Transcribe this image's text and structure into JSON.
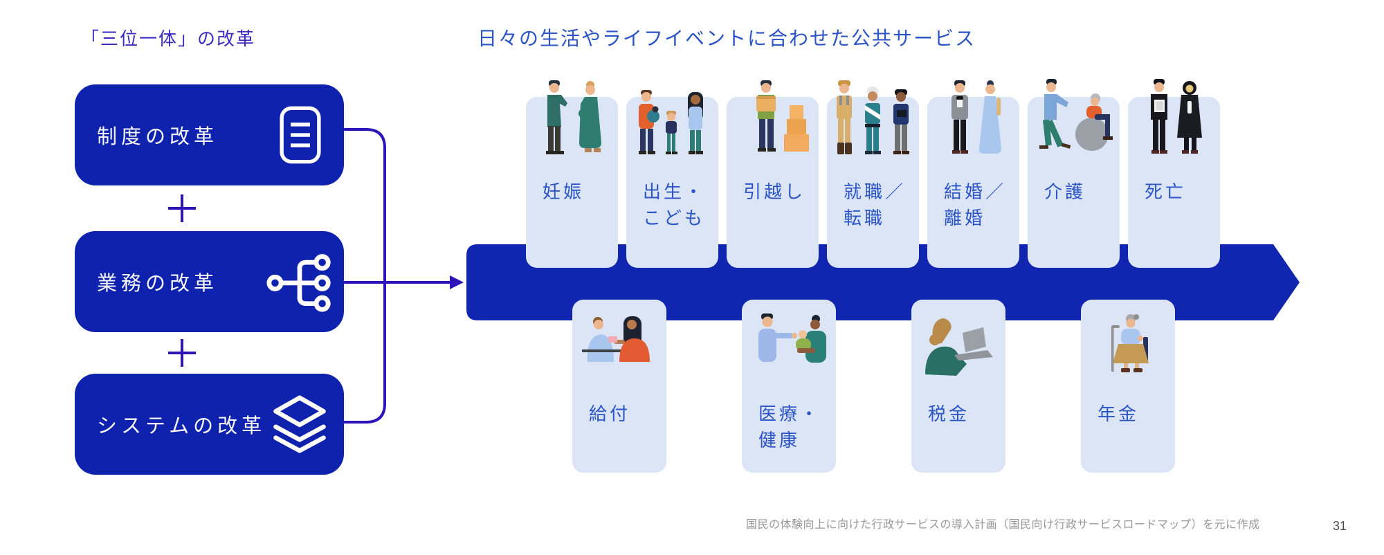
{
  "left_panel": {
    "title": "「三位一体」の改革",
    "plus_symbol": "+",
    "boxes": [
      {
        "label": "制度の改革",
        "icon": "document-icon"
      },
      {
        "label": "業務の改革",
        "icon": "network-icon"
      },
      {
        "label": "システムの改革",
        "icon": "layers-icon"
      }
    ]
  },
  "right_panel": {
    "title": "日々の生活やライフイベントに合わせた公共サービス",
    "timeline_cards": [
      {
        "label": "妊娠",
        "illustration": "pregnant-couple-illustration"
      },
      {
        "label": "出生・\nこども",
        "illustration": "family-with-baby-illustration"
      },
      {
        "label": "引越し",
        "illustration": "person-with-boxes-illustration"
      },
      {
        "label": "就職／\n転職",
        "illustration": "three-workers-illustration"
      },
      {
        "label": "結婚／\n離婚",
        "illustration": "wedding-couple-illustration"
      },
      {
        "label": "介護",
        "illustration": "wheelchair-care-illustration"
      },
      {
        "label": "死亡",
        "illustration": "funeral-pair-illustration"
      }
    ],
    "service_cards": [
      {
        "label": "給付",
        "illustration": "counter-service-illustration"
      },
      {
        "label": "医療・\n健康",
        "illustration": "doctor-baby-illustration"
      },
      {
        "label": "税金",
        "illustration": "woman-laptop-illustration"
      },
      {
        "label": "年金",
        "illustration": "elderly-woman-illustration"
      }
    ]
  },
  "footnote": "国民の体験向上に向けた行政サービスの導入計画（国民向け行政サービスロードマップ）を元に作成",
  "page": {
    "number": "31"
  },
  "colors": {
    "primary_blue": "#0f22ae",
    "connector_purple": "#2d14b8",
    "card_bg": "#dbe5f6",
    "card_label": "#2b55c7",
    "left_title": "#3d2cc2",
    "right_title": "#2b55c7",
    "box_text": "#f7f9ff",
    "footnote_gray": "#979797",
    "page_number_gray": "#4d4d4d"
  }
}
